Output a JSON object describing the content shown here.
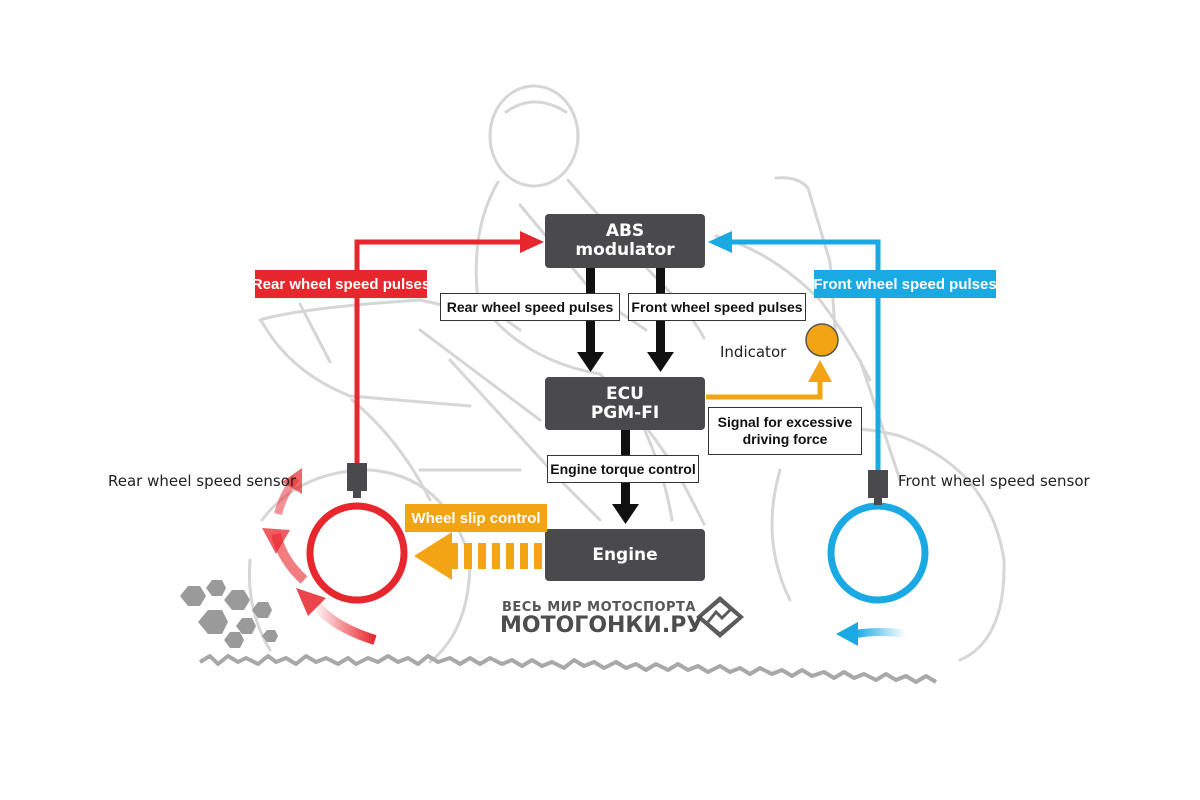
{
  "colors": {
    "rear": "#e8262d",
    "front": "#1ba9e3",
    "orange": "#f2a413",
    "box": "#4a4a4c",
    "ghost": "#d6d6d6",
    "rubble": "#9a9a9a"
  },
  "boxes": {
    "abs": [
      "ABS",
      "modulator"
    ],
    "ecu": [
      "ECU",
      "PGM-FI"
    ],
    "engine": "Engine"
  },
  "labels": {
    "rear_pulses_tag": "Rear wheel speed pulses",
    "front_pulses_tag": "Front wheel speed pulses",
    "rear_pulses_box": "Rear wheel speed pulses",
    "front_pulses_box": "Front wheel speed pulses",
    "signal_excessive": [
      "Signal for excessive",
      "driving force"
    ],
    "engine_torque": "Engine torque control",
    "wheel_slip": "Wheel  slip control",
    "indicator": "Indicator",
    "rear_sensor": "Rear wheel speed sensor",
    "front_sensor": "Front wheel speed sensor"
  },
  "watermark": {
    "line1": "ВЕСЬ МИР МОТОСПОРТА",
    "line2": "МОТОГОНКИ.РУ"
  }
}
